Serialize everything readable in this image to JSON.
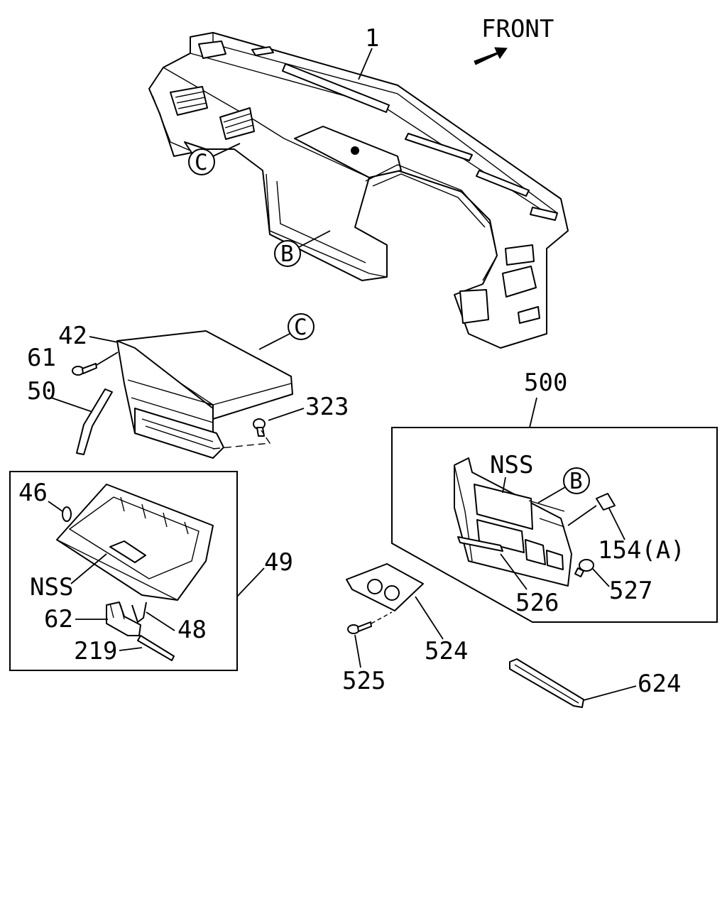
{
  "front_label": "FRONT",
  "callouts": {
    "c_top": "C",
    "b_dash": "B",
    "c_box": "C",
    "b_panel": "B"
  },
  "labels": {
    "p1": "1",
    "p42": "42",
    "p61": "61",
    "p50": "50",
    "p323": "323",
    "p46": "46",
    "nss_left": "NSS",
    "p62": "62",
    "p48": "48",
    "p219": "219",
    "p49": "49",
    "p500": "500",
    "nss_right": "NSS",
    "p154a": "154(A)",
    "p527": "527",
    "p526": "526",
    "p524": "524",
    "p525": "525",
    "p624": "624"
  },
  "icons": [
    "front-arrow-icon"
  ]
}
